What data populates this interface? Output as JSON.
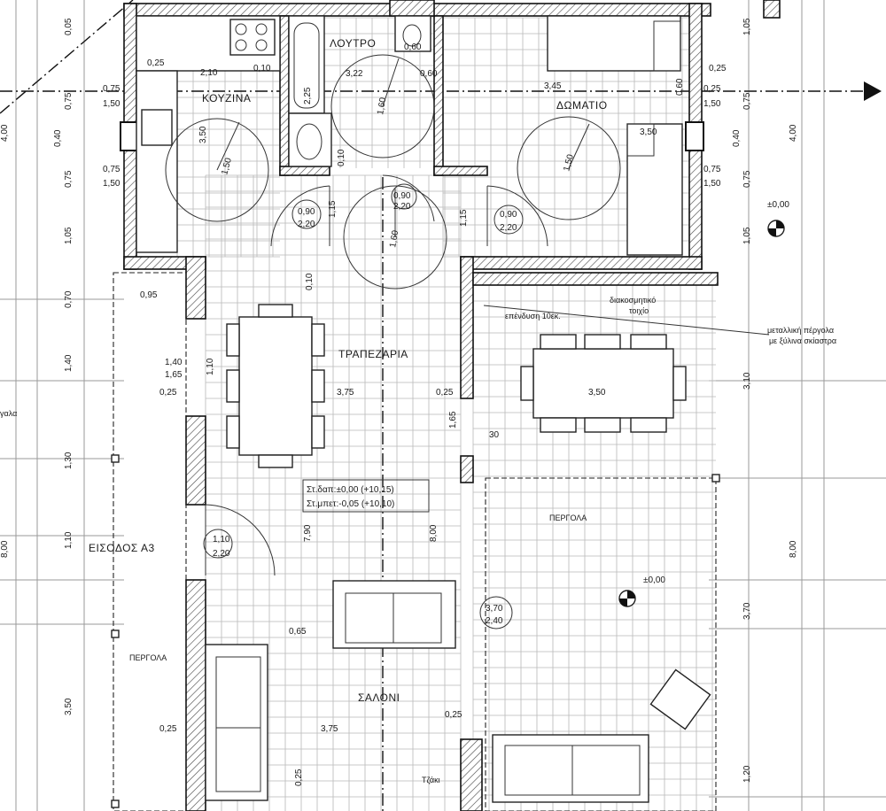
{
  "rooms": {
    "kitchen": "ΚΟΥΖΙΝΑ",
    "bathroom": "ΛΟΥΤΡΟ",
    "bedroom": "ΔΩΜΑΤΙΟ",
    "dining": "ΤΡΑΠΕΖΑΡΙΑ",
    "living": "ΣΑΛΟΝΙ",
    "entrance": "ΕΙΣΟΔΟΣ Α3",
    "pergola_right": "ΠΕΡΓΟΛΑ",
    "pergola_left": "ΠΕΡΓΟΛΑ",
    "fireplace": "Τζάκι"
  },
  "notes": {
    "cladding": "επένδυση 10εκ.",
    "decorative_wall_1": "διακοσμητικό",
    "decorative_wall_2": "τοιχίο",
    "metal_pergola_1": "μεταλλική πέργολα",
    "metal_pergola_2": "με ξύλινα σκίαστρα",
    "floor_level_1": "Στ.δαπ:±0,00 (+10,15)",
    "floor_level_2": "Στ.μπετ:-0,05 (+10,10)",
    "level_right": "±0,00",
    "level_terrace": "±0,00",
    "left_edge": "γαλα"
  },
  "dimensions": {
    "kitchen_top": "2,10",
    "kitchen_top_b": "0,10",
    "kitchen_depth": "0,25",
    "kitchen_radius": "1,50",
    "kitchen_h": "3,50",
    "kitchen_win1": "0,75",
    "kitchen_win1b": "1,50",
    "kitchen_win2": "0,75",
    "kitchen_win2b": "1,50",
    "bath_w": "2,25",
    "bath_r": "1,60",
    "bath_a": "3,22",
    "bath_b": "0,60",
    "bath_c": "0,60",
    "bath_d": "0,10",
    "bath_door": "0,90",
    "bath_door_b": "2,20",
    "bed_w": "3,45",
    "bed_r": "1,50",
    "bed_h": "3,50",
    "bed_door": "0,90",
    "bed_door_b": "2,20",
    "bed_win1": "0,75",
    "bed_win1b": "1,50",
    "bed_win2": "0,60",
    "kit_door": "0,90",
    "kit_door_b": "2,20",
    "hall_r": "1,60",
    "hall_a": "1,15",
    "hall_b": "1,15",
    "hall_c": "0,10",
    "dining_w": "3,75",
    "dining_a": "0,25",
    "dining_b": "0,25",
    "dining_c": "0,95",
    "dining_d": "1,40",
    "dining_e": "1,65",
    "dining_f": "1,10",
    "dining_g": "1,65",
    "dining_h": "30",
    "terrace_table": "3,50",
    "living_h": "7,90",
    "living_h2": "8,00",
    "entr_door": "1,10",
    "entr_door_b": "2,20",
    "liv_a": "0,65",
    "liv_b": "0,25",
    "liv_c": "3,75",
    "liv_d": "0,25",
    "liv_e": "0,25",
    "terr_door": "3,70",
    "terr_door_b": "2,40",
    "left_1": "0,05",
    "left_2": "0,75",
    "left_3": "0,40",
    "left_4": "0,75",
    "left_5": "1,05",
    "left_6": "0,70",
    "left_7": "1,40",
    "left_8": "1,30",
    "left_9": "1,10",
    "left_10": "3,50",
    "left_11": "4,00",
    "left_12": "8,00",
    "right_1": "1,05",
    "right_2": "0,75",
    "right_3": "0,40",
    "right_4": "0,75",
    "right_5": "1,05",
    "right_6": "4,00",
    "right_7": "3,10",
    "right_8": "8,00",
    "right_9": "3,70",
    "right_10": "1,20",
    "right_11": "0,25",
    "right_12": "0,25",
    "right_13": "1,50",
    "right_14": "1,50"
  }
}
